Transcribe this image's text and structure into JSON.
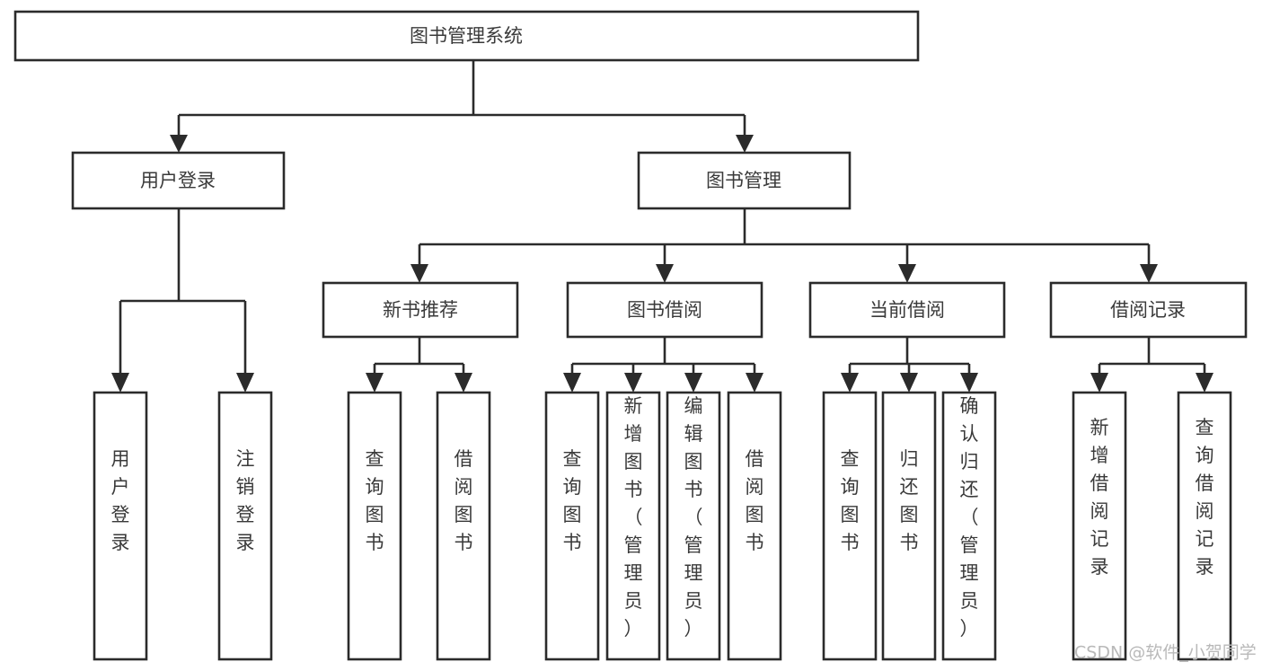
{
  "diagram": {
    "type": "tree",
    "title": "图书管理系统",
    "orientation": "top-down",
    "colors": {
      "box_stroke": "#2b2b2b",
      "box_fill": "#ffffff",
      "label_text": "#3a3a3a",
      "connector": "#2b2b2b",
      "background": "#ffffff",
      "watermark": "#b9b9b9"
    },
    "nodes": {
      "root": {
        "label": "图书管理系统"
      },
      "level1": [
        {
          "label": "用户登录"
        },
        {
          "label": "图书管理"
        }
      ],
      "level2": [
        {
          "label": "新书推荐"
        },
        {
          "label": "图书借阅"
        },
        {
          "label": "当前借阅"
        },
        {
          "label": "借阅记录"
        }
      ],
      "leaves_user_login": [
        {
          "label": "用户登录"
        },
        {
          "label": "注销登录"
        }
      ],
      "leaves_new_book": [
        {
          "label": "查询图书"
        },
        {
          "label": "借阅图书"
        }
      ],
      "leaves_borrow": [
        {
          "label": "查询图书"
        },
        {
          "label": "新增图书（管理员）"
        },
        {
          "label": "编辑图书（管理员）"
        },
        {
          "label": "借阅图书"
        }
      ],
      "leaves_current": [
        {
          "label": "查询图书"
        },
        {
          "label": "归还图书"
        },
        {
          "label": "确认归还（管理员）"
        }
      ],
      "leaves_record": [
        {
          "label": "新增借阅记录"
        },
        {
          "label": "查询借阅记录"
        }
      ]
    }
  },
  "watermark": {
    "text": "CSDN @软件_小贺同学"
  }
}
